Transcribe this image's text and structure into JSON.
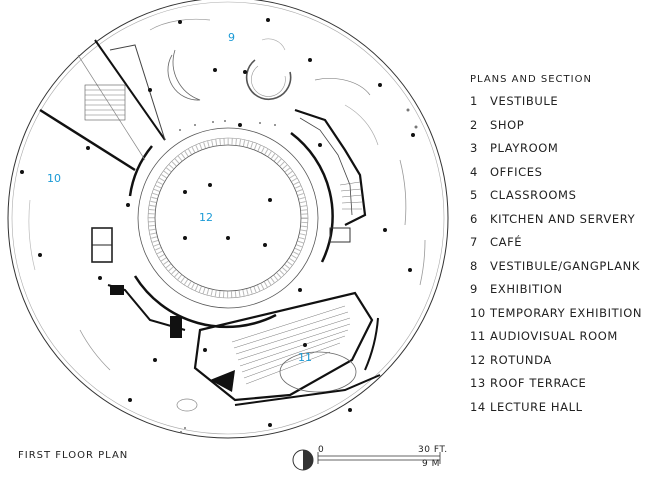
{
  "legend": {
    "title": "PLANS AND SECTION",
    "items": [
      {
        "num": "1",
        "label": "VESTIBULE"
      },
      {
        "num": "2",
        "label": "SHOP"
      },
      {
        "num": "3",
        "label": "PLAYROOM"
      },
      {
        "num": "4",
        "label": "OFFICES"
      },
      {
        "num": "5",
        "label": "CLASSROOMS"
      },
      {
        "num": "6",
        "label": "KITCHEN AND SERVERY"
      },
      {
        "num": "7",
        "label": "CAFÉ"
      },
      {
        "num": "8",
        "label": "VESTIBULE/GANGPLANK"
      },
      {
        "num": "9",
        "label": "EXHIBITION"
      },
      {
        "num": "10",
        "label": "TEMPORARY EXHIBITION"
      },
      {
        "num": "11",
        "label": "AUDIOVISUAL ROOM"
      },
      {
        "num": "12",
        "label": "ROTUNDA"
      },
      {
        "num": "13",
        "label": "ROOF TERRACE"
      },
      {
        "num": "14",
        "label": "LECTURE HALL"
      }
    ]
  },
  "plan": {
    "title": "FIRST FLOOR PLAN",
    "room_labels": {
      "r9": "9",
      "r10": "10",
      "r11": "11",
      "r12": "12"
    },
    "label_color": "#1a9ad6"
  },
  "scale": {
    "zero": "0",
    "feet": "30 FT.",
    "meters": "9 M"
  }
}
